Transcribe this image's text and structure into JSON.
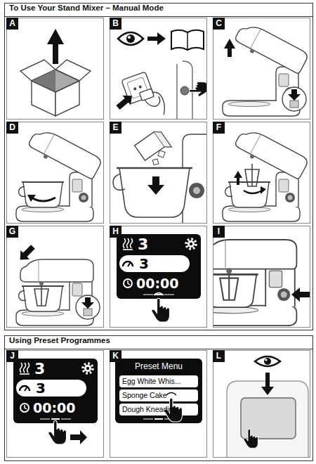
{
  "diagram": {
    "nodes": [
      {
        "text": [
          "To Use Your Stand Mixer – Manual Mode"
        ]
      },
      {
        "text": [
          "A"
        ],
        "in": 0
      },
      {
        "text": [
          "B"
        ],
        "in": 0
      },
      {
        "text": [
          "C"
        ],
        "in": 0
      },
      {
        "text": [
          "D"
        ],
        "in": 0
      },
      {
        "text": [
          "E"
        ],
        "in": 0
      },
      {
        "text": [
          "F"
        ],
        "in": 0
      },
      {
        "text": [
          "G"
        ],
        "in": 0
      },
      {
        "text": [
          "H"
        ],
        "in": 0
      },
      {
        "text": [
          "I"
        ],
        "in": 0
      },
      {
        "text": [
          "3",
          "00:00"
        ],
        "in": 8
      },
      {
        "text": [
          "3"
        ],
        "in": 10
      },
      {
        "text": [
          "Using Preset Programmes"
        ]
      },
      {
        "text": [
          "J"
        ],
        "in": 12
      },
      {
        "text": [
          "K"
        ],
        "in": 12
      },
      {
        "text": [
          "L"
        ],
        "in": 12
      },
      {
        "text": [
          "3",
          "00:00"
        ],
        "in": 13
      },
      {
        "text": [
          "3"
        ],
        "in": 16
      },
      {
        "text": [
          "Preset Menu"
        ],
        "in": 14
      },
      {
        "text": [
          "Egg White Whis..."
        ],
        "in": 18
      },
      {
        "text": [
          "Sponge Cake"
        ],
        "in": 18
      },
      {
        "text": [
          "Dough Kneading"
        ],
        "in": 18
      }
    ]
  }
}
